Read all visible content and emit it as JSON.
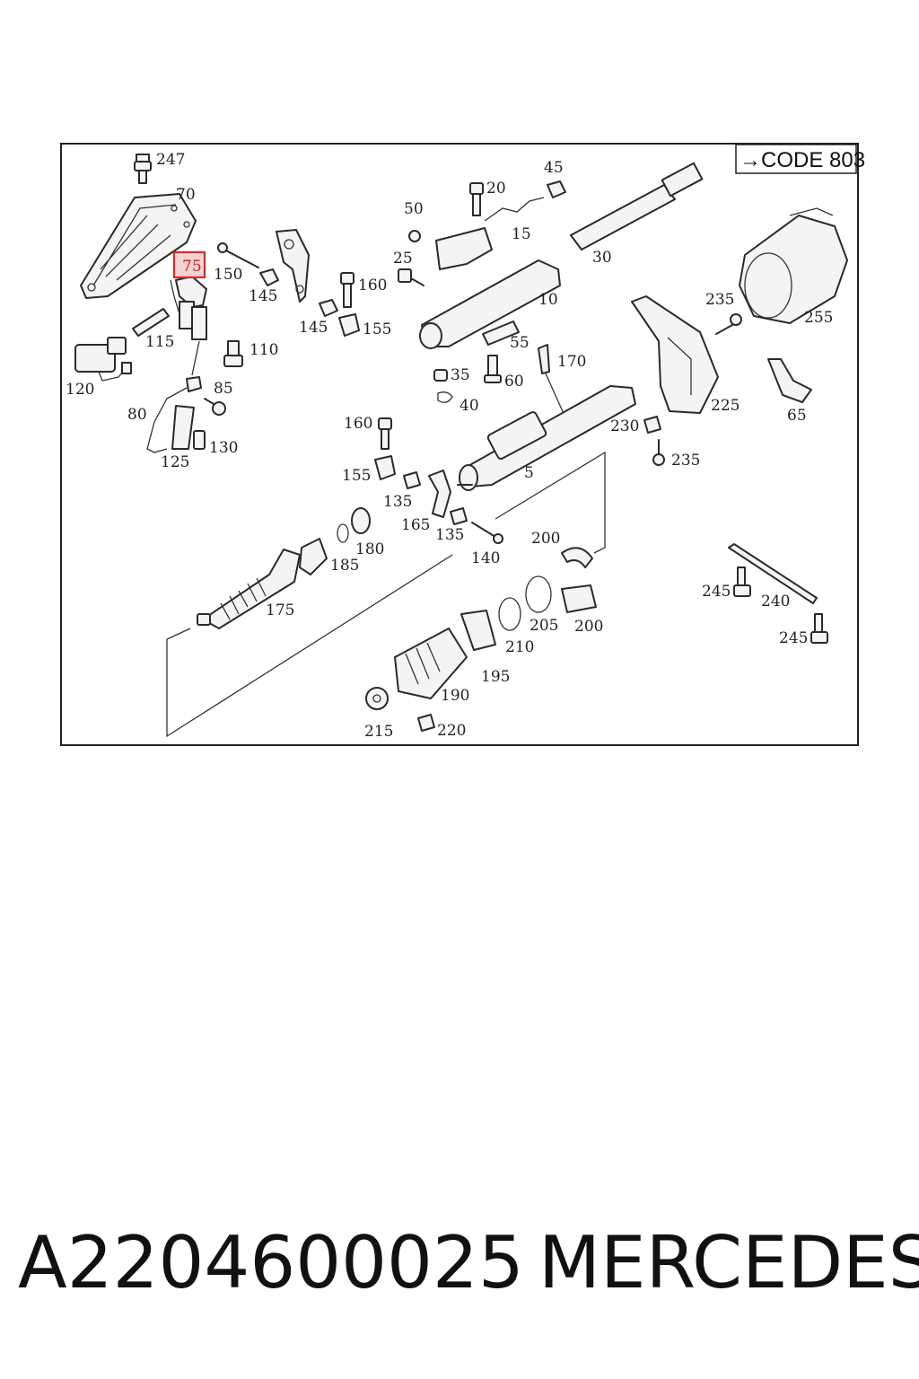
{
  "diagram": {
    "code_badge": "→CODE 803",
    "highlighted_part": "75",
    "labels": [
      {
        "id": "247",
        "text": "247"
      },
      {
        "id": "70",
        "text": "70"
      },
      {
        "id": "75",
        "text": "75"
      },
      {
        "id": "150",
        "text": "150"
      },
      {
        "id": "145a",
        "text": "145"
      },
      {
        "id": "145b",
        "text": "145"
      },
      {
        "id": "160a",
        "text": "160"
      },
      {
        "id": "155a",
        "text": "155"
      },
      {
        "id": "110",
        "text": "110"
      },
      {
        "id": "115",
        "text": "115"
      },
      {
        "id": "120",
        "text": "120"
      },
      {
        "id": "85",
        "text": "85"
      },
      {
        "id": "80",
        "text": "80"
      },
      {
        "id": "125",
        "text": "125"
      },
      {
        "id": "130",
        "text": "130"
      },
      {
        "id": "50",
        "text": "50"
      },
      {
        "id": "20",
        "text": "20"
      },
      {
        "id": "45",
        "text": "45"
      },
      {
        "id": "15",
        "text": "15"
      },
      {
        "id": "25",
        "text": "25"
      },
      {
        "id": "30",
        "text": "30"
      },
      {
        "id": "10",
        "text": "10"
      },
      {
        "id": "55",
        "text": "55"
      },
      {
        "id": "35",
        "text": "35"
      },
      {
        "id": "60",
        "text": "60"
      },
      {
        "id": "40",
        "text": "40"
      },
      {
        "id": "170",
        "text": "170"
      },
      {
        "id": "235a",
        "text": "235"
      },
      {
        "id": "255",
        "text": "255"
      },
      {
        "id": "225",
        "text": "225"
      },
      {
        "id": "65",
        "text": "65"
      },
      {
        "id": "230",
        "text": "230"
      },
      {
        "id": "235b",
        "text": "235"
      },
      {
        "id": "160b",
        "text": "160"
      },
      {
        "id": "155b",
        "text": "155"
      },
      {
        "id": "135a",
        "text": "135"
      },
      {
        "id": "5",
        "text": "5"
      },
      {
        "id": "165",
        "text": "165"
      },
      {
        "id": "135b",
        "text": "135"
      },
      {
        "id": "140",
        "text": "140"
      },
      {
        "id": "200a",
        "text": "200"
      },
      {
        "id": "180",
        "text": "180"
      },
      {
        "id": "185",
        "text": "185"
      },
      {
        "id": "175",
        "text": "175"
      },
      {
        "id": "245a",
        "text": "245"
      },
      {
        "id": "240",
        "text": "240"
      },
      {
        "id": "245b",
        "text": "245"
      },
      {
        "id": "205",
        "text": "205"
      },
      {
        "id": "200b",
        "text": "200"
      },
      {
        "id": "210",
        "text": "210"
      },
      {
        "id": "195",
        "text": "195"
      },
      {
        "id": "190",
        "text": "190"
      },
      {
        "id": "215",
        "text": "215"
      },
      {
        "id": "220",
        "text": "220"
      }
    ]
  },
  "caption": {
    "part_number": "A2204600025",
    "brand": "MERCEDES"
  }
}
